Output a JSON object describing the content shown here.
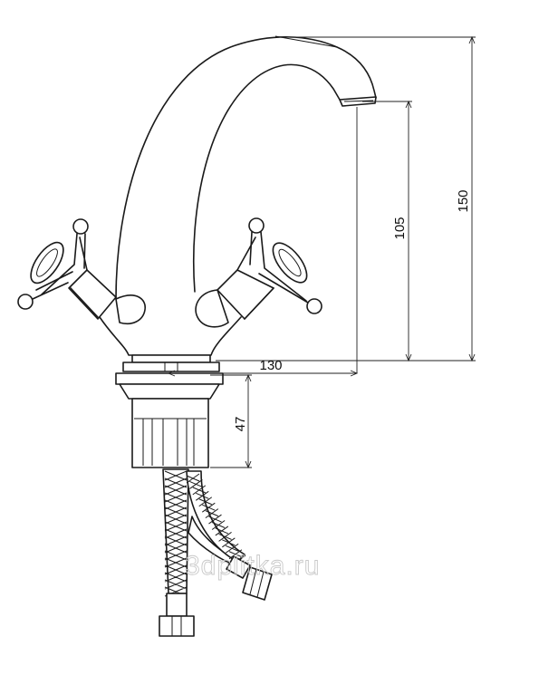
{
  "dimensions": {
    "total_height": "150",
    "spout_height": "105",
    "spout_reach": "130",
    "base_height": "47"
  },
  "watermark": "3dplitka.ru",
  "colors": {
    "line": "#1a1a1a",
    "background": "#ffffff",
    "watermark": "#c8c8c8"
  }
}
